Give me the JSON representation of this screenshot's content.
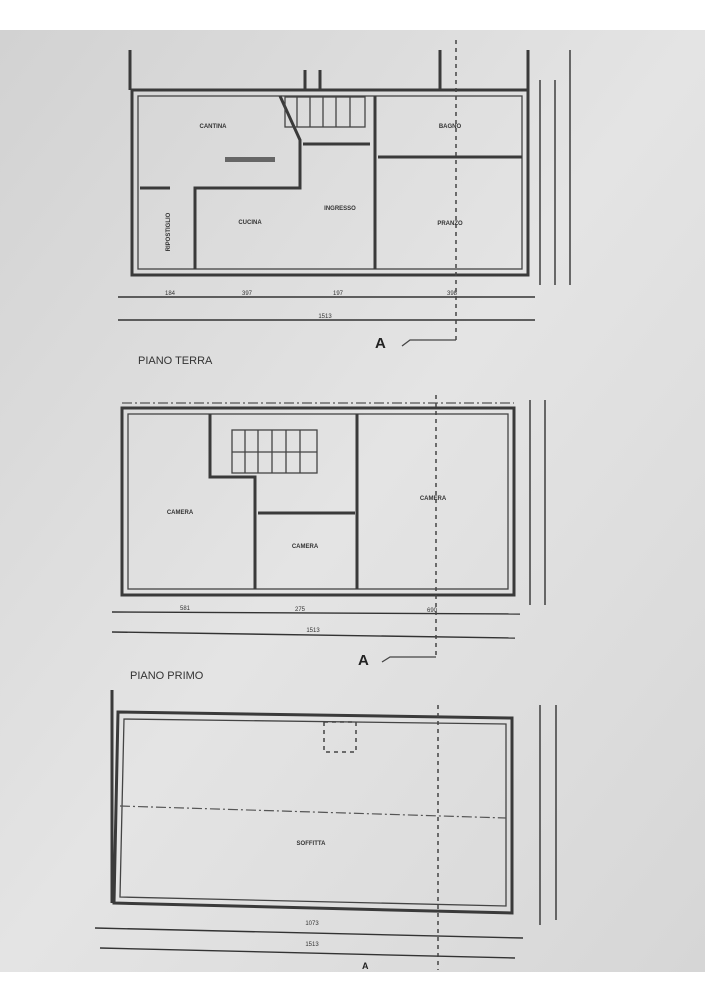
{
  "floors": [
    {
      "title": "PIANO TERRA",
      "rooms": [
        "CANTINA",
        "CUCINA",
        "INGRESSO",
        "BAGNO",
        "PRANZO",
        "RIPOSTIGLIO"
      ],
      "dimensions": [
        "184",
        "397",
        "197",
        "398",
        "1513"
      ],
      "section_mark": "A"
    },
    {
      "title": "PIANO PRIMO",
      "rooms": [
        "CAMERA",
        "CAMERA",
        "CAMERA"
      ],
      "dimensions": [
        "581",
        "275",
        "690",
        "1513"
      ],
      "section_mark": "A"
    },
    {
      "rooms": [
        "SOFFITTA"
      ],
      "dimensions": [
        "1073",
        "1513"
      ],
      "section_mark": "A"
    }
  ],
  "colors": {
    "paper": "#dcdcdc",
    "ink": "#3a3a3a"
  }
}
